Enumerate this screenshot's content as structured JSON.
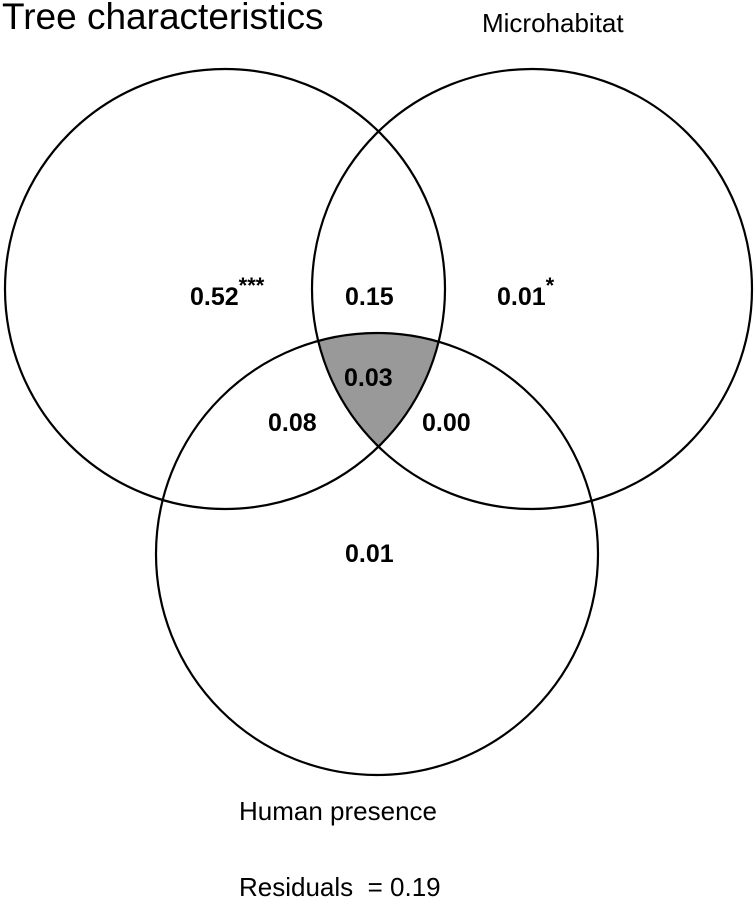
{
  "sets": {
    "a": {
      "label": "Tree characteristics"
    },
    "b": {
      "label": "Microhabitat"
    },
    "c": {
      "label": "Human presence"
    }
  },
  "regions": {
    "a_only": {
      "value": "0.52",
      "sig": "***"
    },
    "ab": {
      "value": "0.15"
    },
    "b_only": {
      "value": "0.01",
      "sig": "*"
    },
    "abc": {
      "value": "0.03",
      "fill": "#999999"
    },
    "ac": {
      "value": "0.08"
    },
    "bc": {
      "value": "0.00"
    },
    "c_only": {
      "value": "0.01"
    }
  },
  "residuals": {
    "label": "Residuals",
    "eq": "= 0.19"
  },
  "chart_data": {
    "type": "venn",
    "title": "",
    "sets": [
      "Tree characteristics",
      "Microhabitat",
      "Human presence"
    ],
    "regions": [
      {
        "sets": [
          "Tree characteristics"
        ],
        "value": 0.52,
        "significance": "***"
      },
      {
        "sets": [
          "Microhabitat"
        ],
        "value": 0.01,
        "significance": "*"
      },
      {
        "sets": [
          "Human presence"
        ],
        "value": 0.01
      },
      {
        "sets": [
          "Tree characteristics",
          "Microhabitat"
        ],
        "value": 0.15
      },
      {
        "sets": [
          "Tree characteristics",
          "Human presence"
        ],
        "value": 0.08
      },
      {
        "sets": [
          "Microhabitat",
          "Human presence"
        ],
        "value": 0.0
      },
      {
        "sets": [
          "Tree characteristics",
          "Microhabitat",
          "Human presence"
        ],
        "value": 0.03,
        "highlighted": true
      }
    ],
    "residuals": 0.19
  }
}
